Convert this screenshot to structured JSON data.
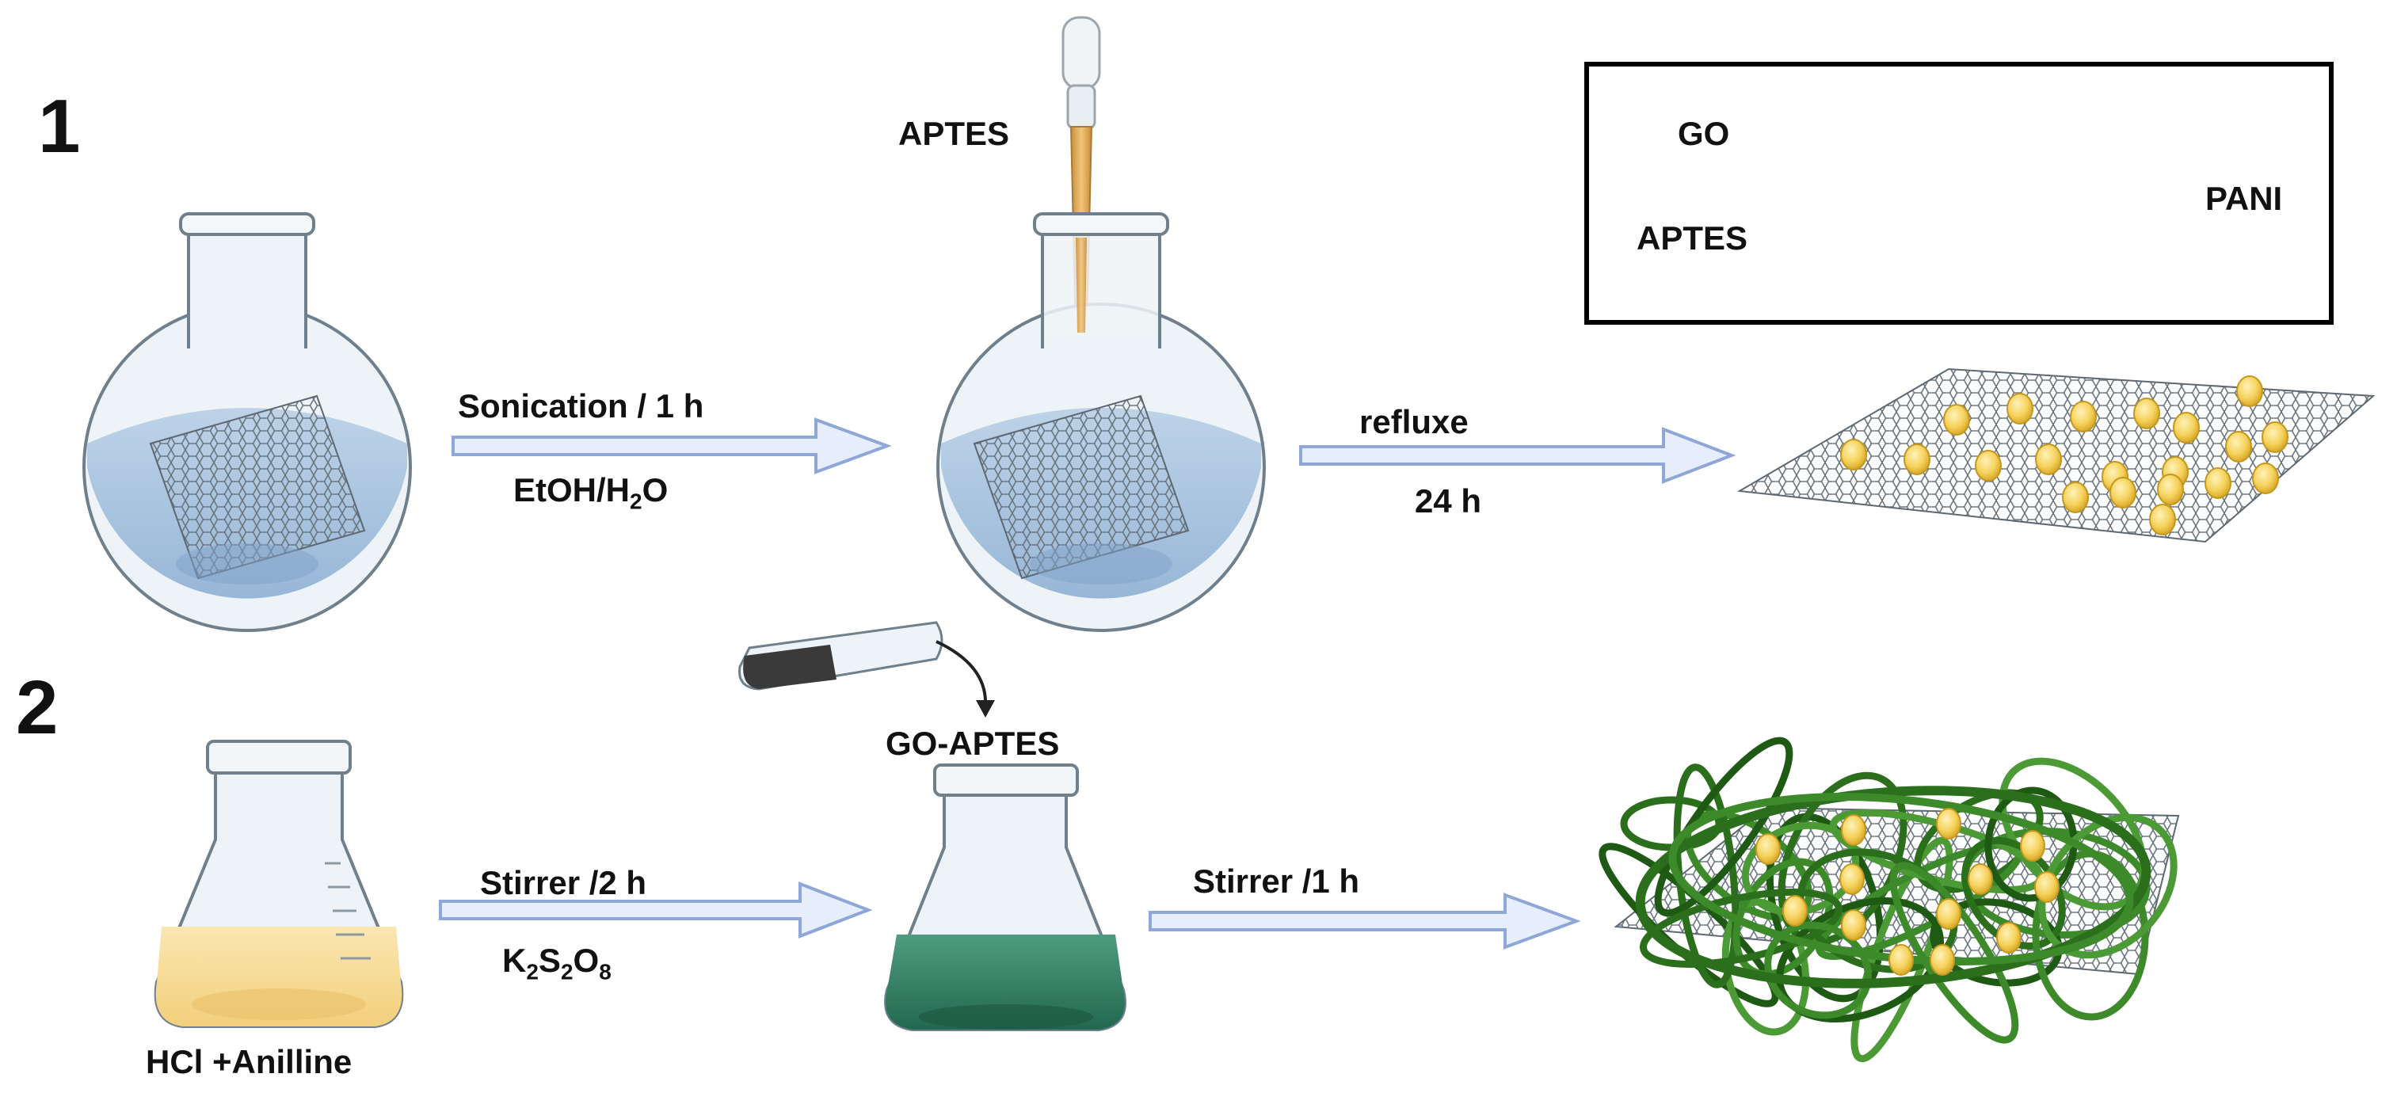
{
  "steps": {
    "step1": "1",
    "step2": "2"
  },
  "step1": {
    "arrow1_top": "Sonication / 1 h",
    "arrow1_bottom_main": "EtOH/H",
    "arrow1_bottom_sub": "2",
    "arrow1_bottom_end": "O",
    "pipette_label": "APTES",
    "arrow2_top": "refluxe",
    "arrow2_bottom": "24 h"
  },
  "step2": {
    "flask_label": "HCl +Anilline",
    "arrow1_top": "Stirrer /2 h",
    "oxidant": {
      "K": "K",
      "n1": "2",
      "S": "S",
      "n2": "2",
      "O": "O",
      "n3": "8"
    },
    "pour_label": "GO-APTES",
    "arrow2_top": "Stirrer /1 h"
  },
  "legend": {
    "go": "GO",
    "aptes": "APTES",
    "pani": "PANI"
  },
  "colors": {
    "arrow_fill": "#e6edfb",
    "arrow_stroke": "#8ea6d8",
    "glass": "#eef3f7",
    "glass_stroke": "#6f7f8c",
    "water": "#9dbbdc",
    "aniline": "#f6dc9b",
    "green_solution": "#2f7f62",
    "aptes_bead": "#f6d35e",
    "pani_green": "#2f7d22",
    "graphene": "#7d8e99"
  }
}
